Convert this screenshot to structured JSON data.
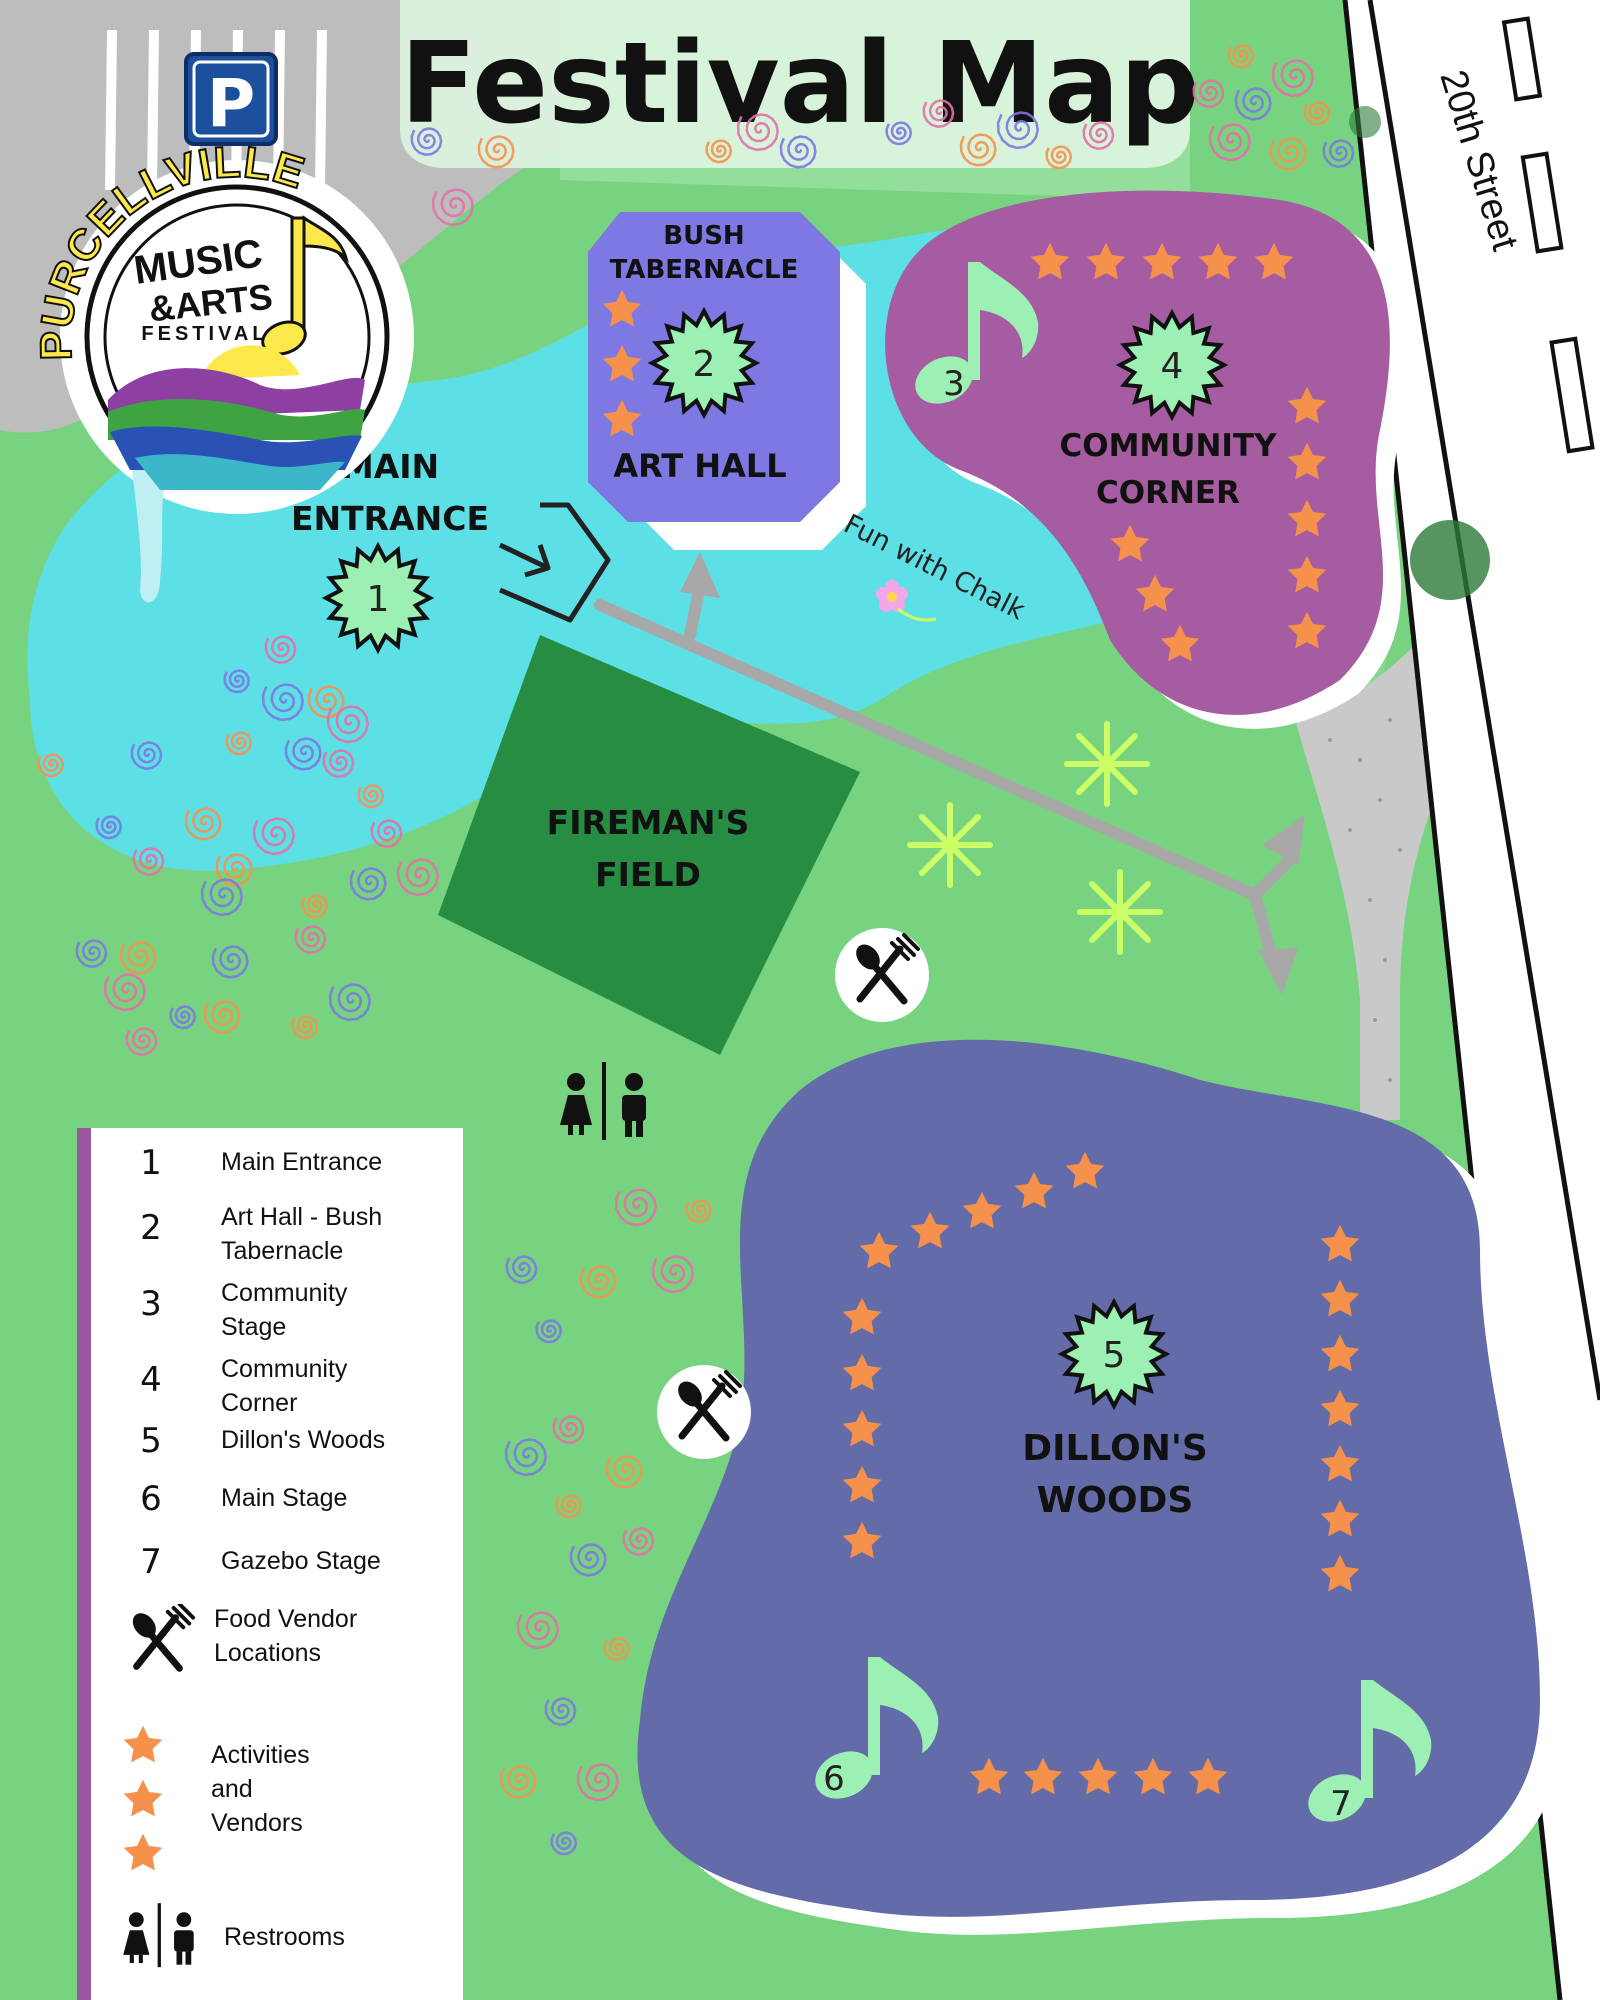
{
  "title": "Festival Map",
  "street": "20th Street",
  "logo": {
    "town": "PURCELLVILLE",
    "line1": "MUSIC",
    "line2": "&ARTS",
    "line3": "FESTIVAL"
  },
  "icons": {
    "parking": "parking-sign",
    "entrance": "entrance-arrow-icon",
    "food": "fork-spoon-icon",
    "restroom": "restroom-icon",
    "activity": "star-icon",
    "stage": "music-note-icon"
  },
  "locations": {
    "main_entrance": {
      "number": "1",
      "line1": "MAIN",
      "line2": "ENTRANCE"
    },
    "art_hall": {
      "number": "2",
      "top1": "BUSH",
      "top2": "TABERNACLE",
      "label": "ART HALL"
    },
    "community_stage": {
      "number": "3"
    },
    "community_corner": {
      "number": "4",
      "line1": "COMMUNITY",
      "line2": "CORNER"
    },
    "dillons_woods": {
      "number": "5",
      "line1": "DILLON'S",
      "line2": "WOODS"
    },
    "main_stage": {
      "number": "6"
    },
    "gazebo_stage": {
      "number": "7"
    },
    "firemans_field": {
      "line1": "FIREMAN'S",
      "line2": "FIELD"
    },
    "chalk": "Fun with Chalk"
  },
  "legend": {
    "items": [
      {
        "number": "1",
        "line1": "Main Entrance",
        "line2": ""
      },
      {
        "number": "2",
        "line1": "Art Hall - Bush",
        "line2": "Tabernacle"
      },
      {
        "number": "3",
        "line1": "Community",
        "line2": "Stage"
      },
      {
        "number": "4",
        "line1": "Community",
        "line2": "Corner"
      },
      {
        "number": "5",
        "line1": "Dillon's Woods",
        "line2": ""
      },
      {
        "number": "6",
        "line1": "Main Stage",
        "line2": ""
      },
      {
        "number": "7",
        "line1": "Gazebo Stage",
        "line2": ""
      }
    ],
    "food": {
      "line1": "Food Vendor",
      "line2": "Locations"
    },
    "activities": {
      "line1": "Activities",
      "line2": "and",
      "line3": "Vendors"
    },
    "restrooms": "Restrooms"
  },
  "colors": {
    "grass": "#77d37f",
    "water": "#5ddfe6",
    "community_corner": "#a55ca0",
    "art_hall": "#7d78e2",
    "dillons_woods": "#636ba8",
    "firemans_field": "#268d42",
    "path": "#a8a8a8",
    "star": "#f5914b",
    "badge": "#9df0b4",
    "note": "#9df0b4"
  }
}
